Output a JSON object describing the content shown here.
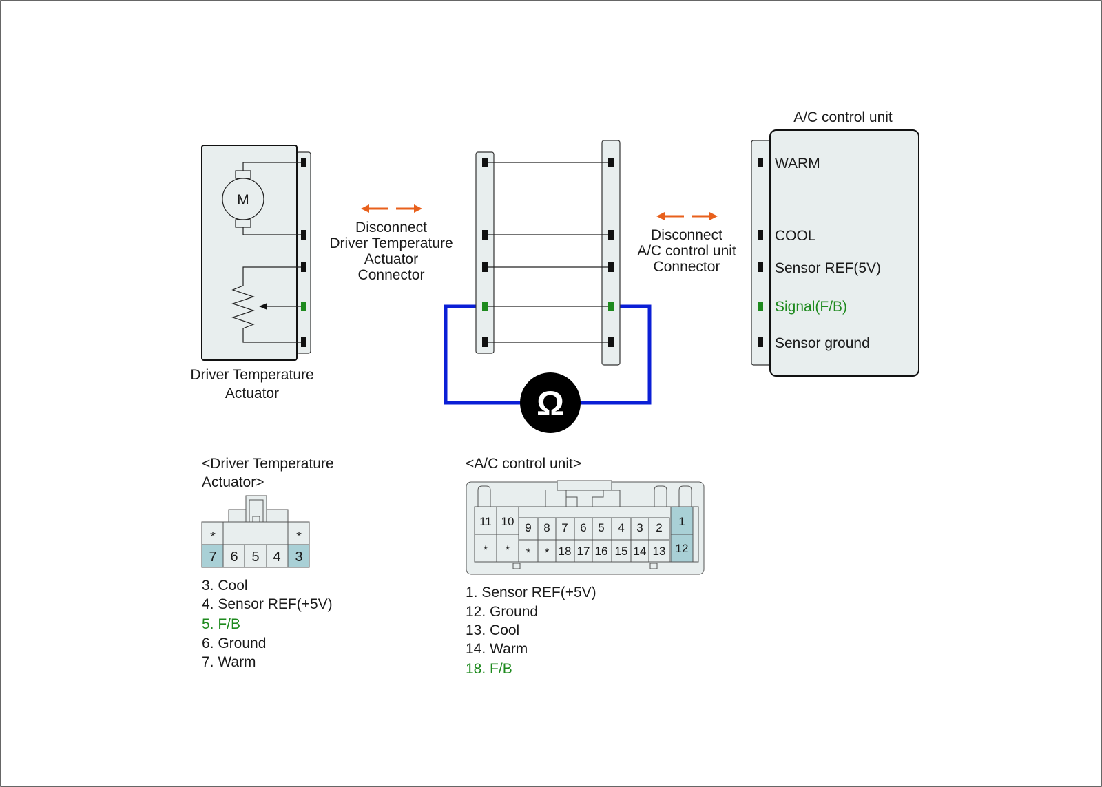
{
  "colors": {
    "accent_green": "#1e8a1e",
    "arrow_orange": "#e8601c",
    "meter_wire_blue": "#0b1fd6",
    "connector_fill": "#e8eeee",
    "pin_highlight": "#a9d0d6"
  },
  "actuator": {
    "label_line1": "Driver Temperature",
    "label_line2": "Actuator",
    "motor_symbol": "M"
  },
  "disconnect_left": {
    "line1": "Disconnect",
    "line2": "Driver Temperature",
    "line3": "Actuator",
    "line4": "Connector"
  },
  "disconnect_right": {
    "line1": "Disconnect",
    "line2": "A/C control unit",
    "line3": "Connector"
  },
  "ohmmeter": {
    "symbol": "Ω"
  },
  "ac_unit": {
    "title": "A/C control unit",
    "terminals": [
      "WARM",
      "COOL",
      "Sensor REF(5V)",
      "Signal(F/B)",
      "Sensor ground"
    ]
  },
  "actuator_connector": {
    "title_line1": "<Driver Temperature",
    "title_line2": "Actuator>",
    "top_row": [
      "*",
      "*"
    ],
    "bottom_row": [
      "7",
      "6",
      "5",
      "4",
      "3"
    ],
    "legend": [
      "3. Cool",
      "4. Sensor REF(+5V)",
      "5. F/B",
      "6. Ground",
      "7. Warm"
    ]
  },
  "ac_connector": {
    "title": "<A/C control unit>",
    "top_row": [
      "11",
      "10",
      "9",
      "8",
      "7",
      "6",
      "5",
      "4",
      "3",
      "2",
      "1"
    ],
    "bottom_row": [
      "*",
      "*",
      "*",
      "*",
      "18",
      "17",
      "16",
      "15",
      "14",
      "13",
      "12"
    ],
    "legend": [
      "1. Sensor REF(+5V)",
      "12. Ground",
      "13. Cool",
      "14. Warm",
      "18. F/B"
    ]
  }
}
